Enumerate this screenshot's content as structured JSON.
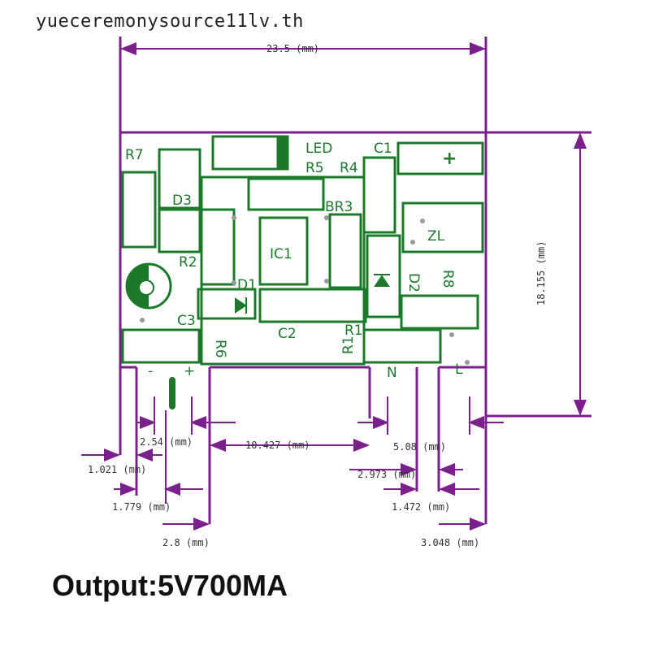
{
  "watermark": "yueceremonysource11lv.th",
  "output_label": "Output:5V700MA",
  "colors": {
    "board_outline": "#7a1f8c",
    "silkscreen": "#1a7a2a",
    "dimension_line": "#7a1f8c"
  },
  "components": {
    "r7": "R7",
    "d3": "D3",
    "led": "LED",
    "c1": "C1",
    "plus": "+",
    "r5": "R5",
    "r4": "R4",
    "br3": "BR3",
    "zl": "ZL",
    "ic1": "IC1",
    "r2": "R2",
    "d1": "D1",
    "d2": "D2",
    "r8": "R8",
    "c3": "C3",
    "c2": "C2",
    "r1a": "R1",
    "r6": "R6",
    "r1b": "R1",
    "minus_pin": "-",
    "plus_pin": "+",
    "n_pin": "N",
    "l_pin": "L"
  },
  "dimensions": {
    "width": "23.5 (mm)",
    "height": "18.155 (mm)",
    "d_2_54": "2.54 (mm)",
    "d_10_427": "10.427 (mm)",
    "d_5_08": "5.08 (mm)",
    "d_1_021": "1.021 (mm)",
    "d_2_973": "2.973 (mm)",
    "d_1_779": "1.779 (mm)",
    "d_1_472": "1.472 (mm)",
    "d_2_8": "2.8 (mm)",
    "d_3_048": "3.048 (mm)"
  }
}
